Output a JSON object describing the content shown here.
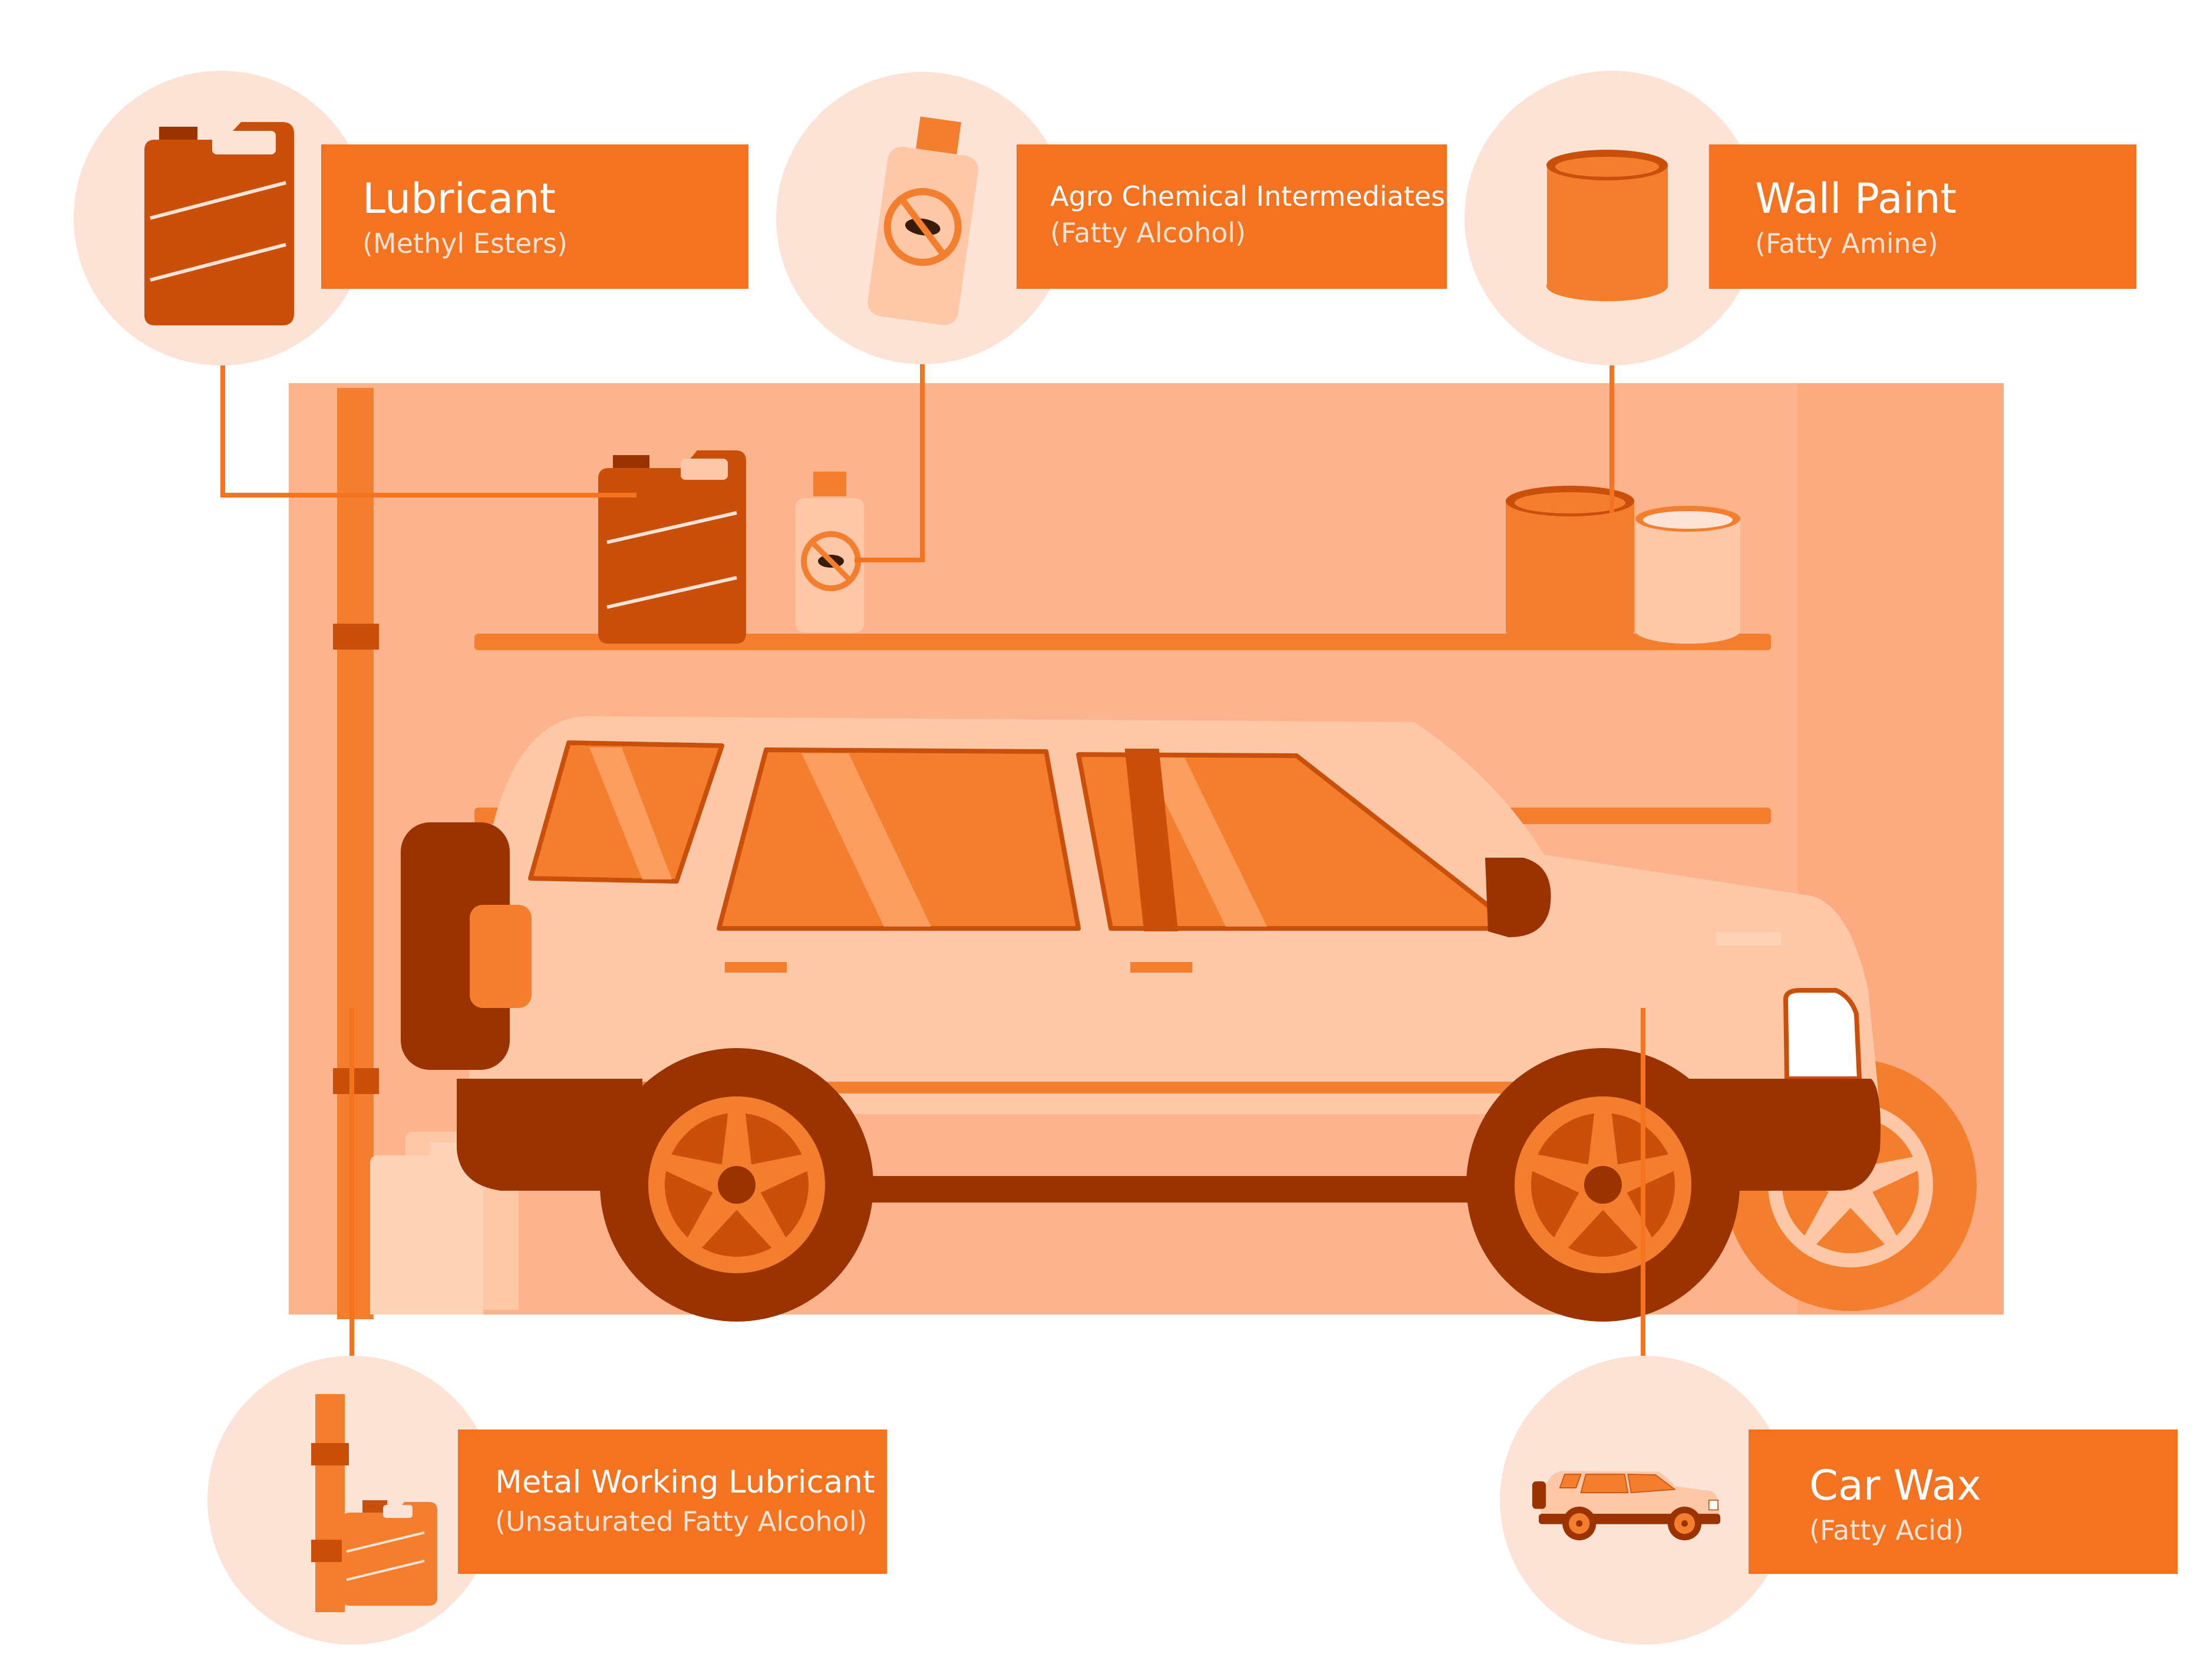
{
  "colors": {
    "accent": "#f37321",
    "dark_brown": "#9a3300",
    "rust": "#c94f0a",
    "light_circle": "#fde3d6",
    "wall": "#fdb48d",
    "car_body": "#fdc8a8"
  },
  "callouts": {
    "lubricant": {
      "title": "Lubricant",
      "subtitle": "(Methyl Esters)",
      "icon": "oil-jerrycan-icon"
    },
    "agro": {
      "title": "Agro Chemical Intermediates",
      "subtitle": "(Fatty Alcohol)",
      "icon": "pesticide-bottle-icon"
    },
    "wall_paint": {
      "title": "Wall Paint",
      "subtitle": "(Fatty Amine)",
      "icon": "paint-can-icon"
    },
    "metal_working": {
      "title": "Metal Working Lubricant",
      "subtitle": "(Unsaturated Fatty Alcohol)",
      "icon": "pipe-and-canister-icon"
    },
    "car_wax": {
      "title": "Car Wax",
      "subtitle": "(Fatty Acid)",
      "icon": "suv-car-icon"
    }
  }
}
